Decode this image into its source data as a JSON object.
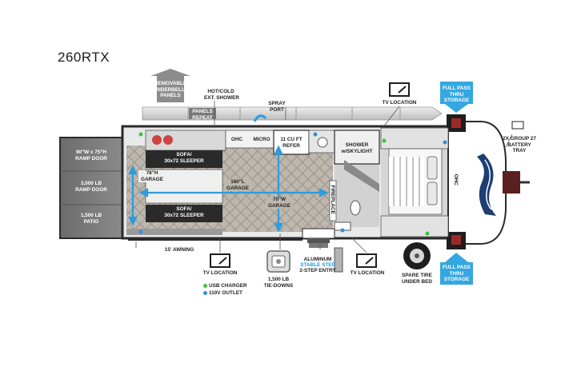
{
  "model_name": "260RTX",
  "labels": {
    "removable_panels": "REMOVABLE\nUNDERBELLY\nPANELS",
    "hot_cold_shower": "HOT/COLD\nEXT. SHOWER",
    "spray_port": "SPRAY\nPORT",
    "panels_repeat": "PANELS\nREPEAT",
    "tv_location_top": "TV LOCATION",
    "full_pass_top": "FULL PASS\nTHRU\nSTORAGE",
    "battery_tray": "2X GROUP 27\nBATTERY\nTRAY",
    "ramp_door_size": "90\"W x 75\"H\nRAMP DOOR",
    "ramp_door_rating": "3,000 LB\nRAMP DOOR",
    "patio_rating": "1,500 LB\nPATIO",
    "sofa_top": "SOFA/\n30x72 SLEEPER",
    "sofa_bottom": "SOFA/\n30x72 SLEEPER",
    "garage_height": "78\"H\nGARAGE",
    "garage_length": "160\"L\nGARAGE",
    "garage_width": "70\"W\nGARAGE",
    "ohc_kitchen": "OHC",
    "micro": "MICRO",
    "refer": "11 CU FT\nREFER",
    "shower_skylight": "SHOWER\nw/SKYLIGHT",
    "fireplace": "FIREPLACE",
    "ohc_bedroom": "OHC",
    "awning": "15' AWNING",
    "tv_location_left": "TV LOCATION",
    "tie_downs": "1,500 LB\nTIE-DOWNS",
    "aluminum": "ALUMINUM",
    "stable_step": "STABLE STEP",
    "two_step_entry": "2-STEP ENTRY",
    "tv_location_right": "TV LOCATION",
    "spare_tire": "SPARE TIRE\nUNDER BED",
    "full_pass_bottom": "FULL PASS\nTHRU\nSTORAGE"
  },
  "legend": [
    {
      "label": "USB CHARGER",
      "color": "#3cc43c"
    },
    {
      "label": "110V OUTLET",
      "color": "#2f8fe0"
    }
  ],
  "colors": {
    "accent_blue": "#35a7e0",
    "dimension_blue": "#2d9be0",
    "floor": "#b9b3ab",
    "wall": "#2a2a2a"
  }
}
